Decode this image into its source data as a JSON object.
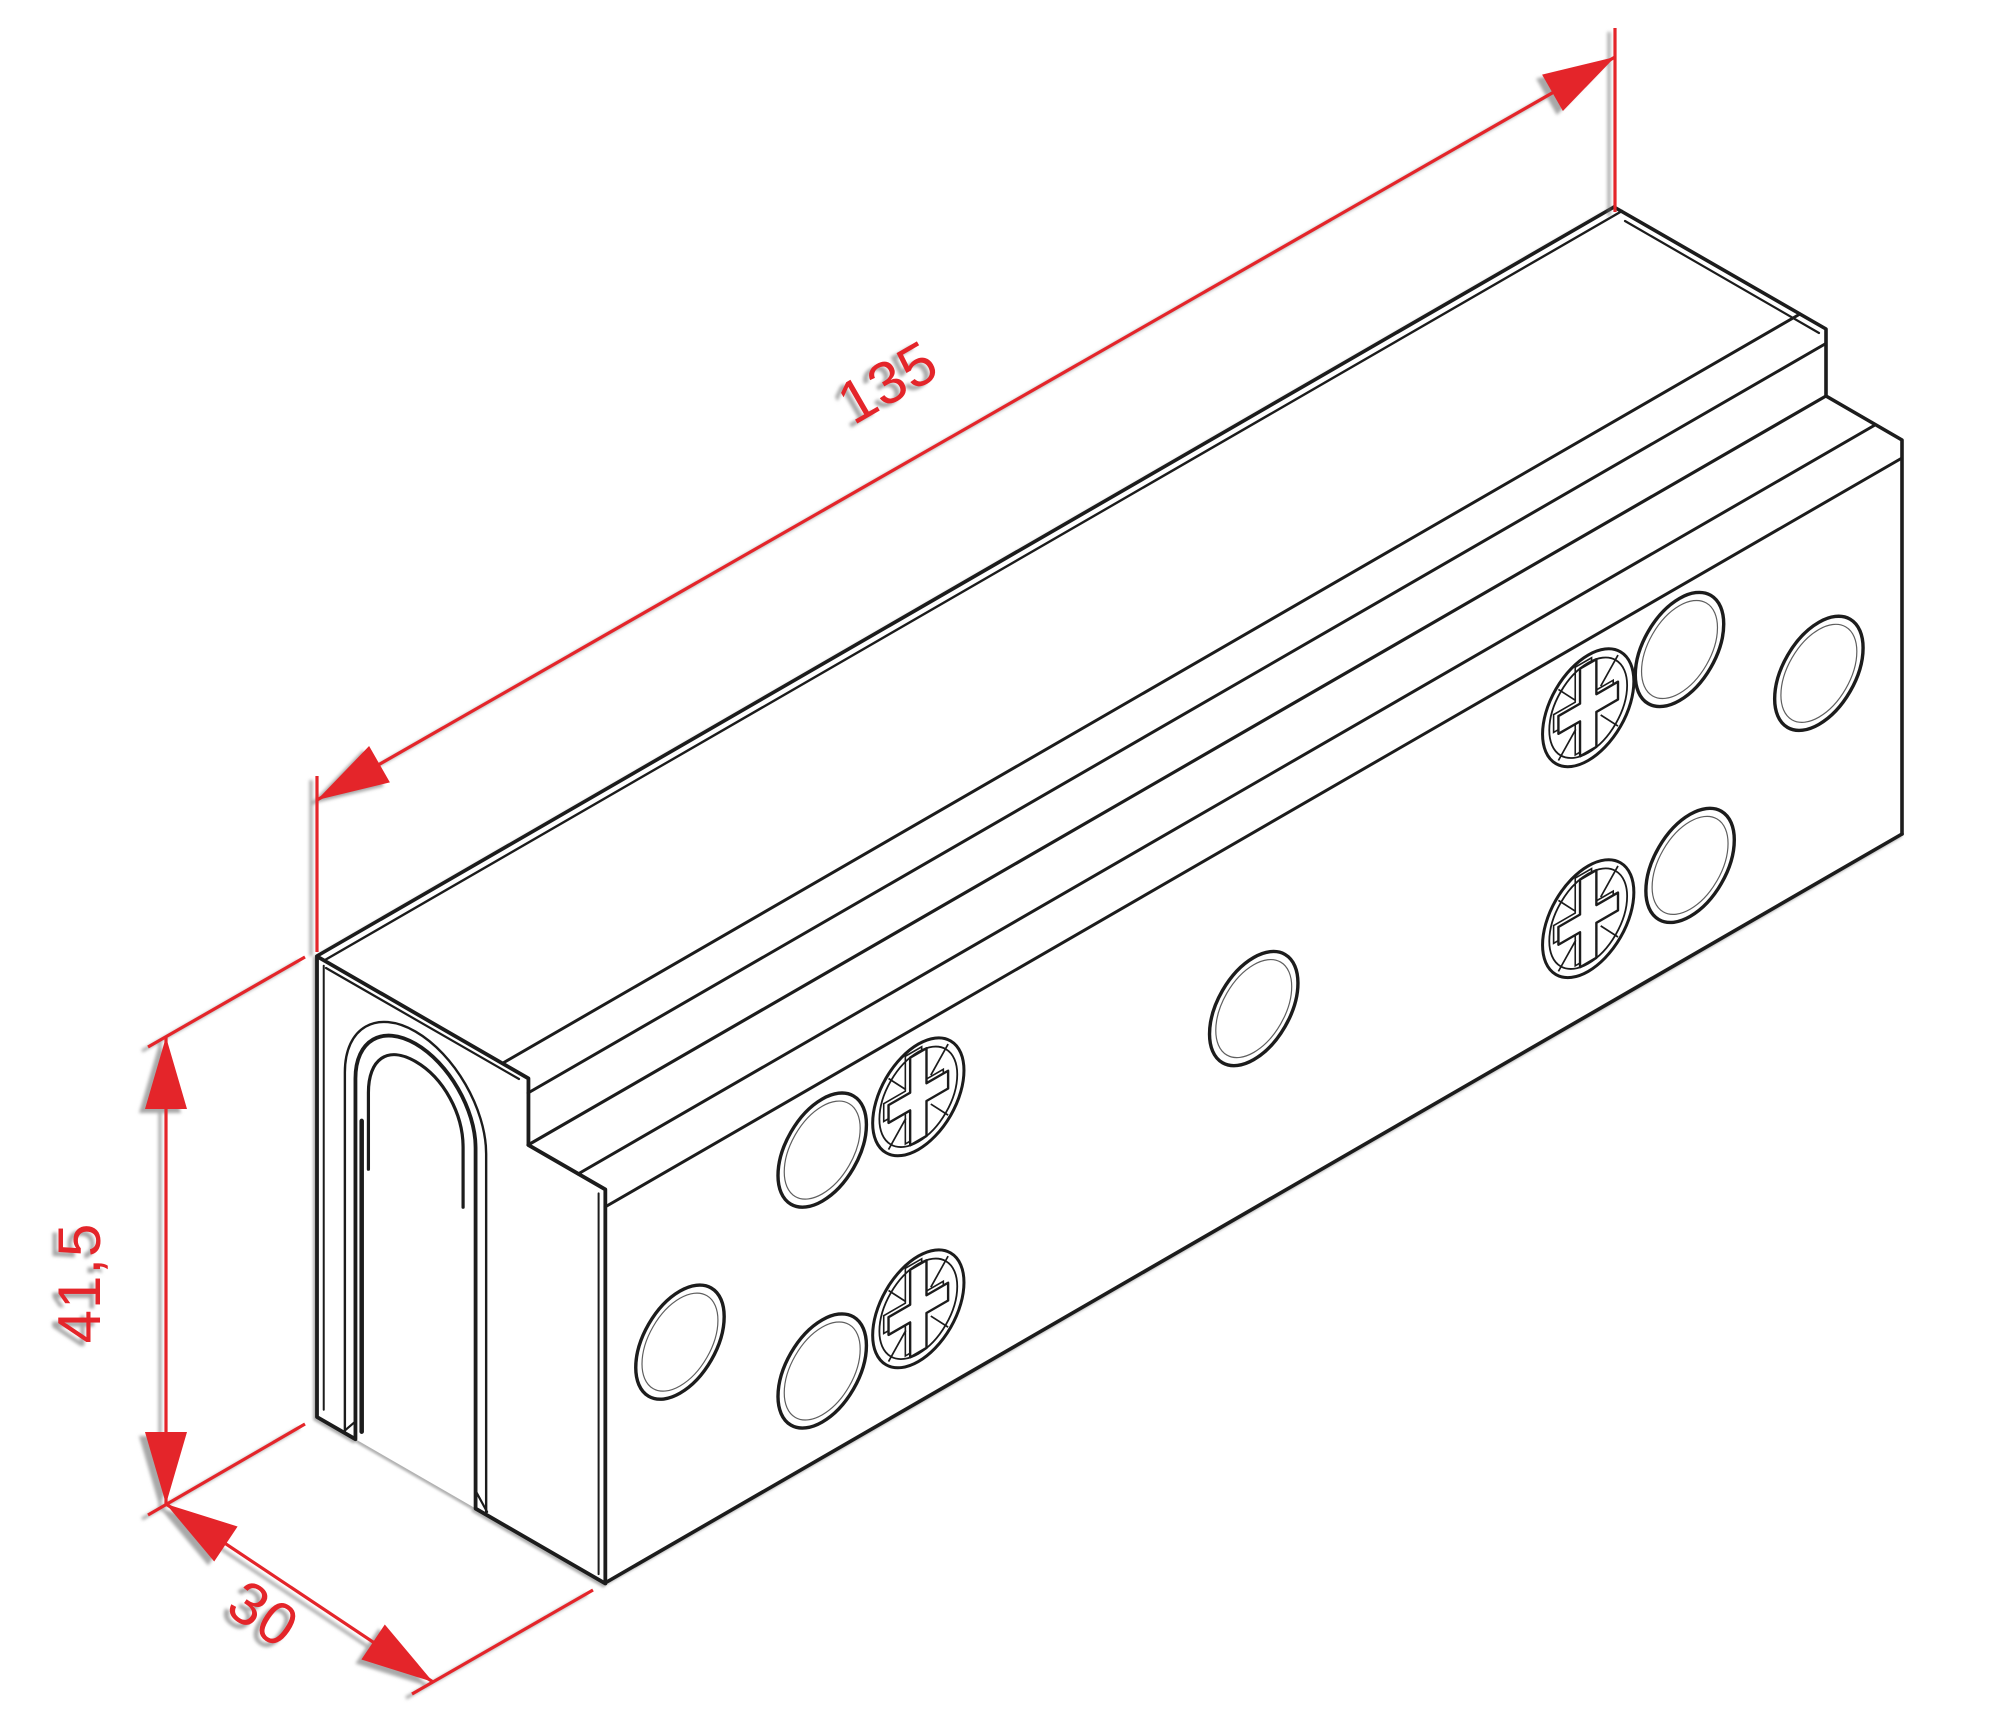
{
  "dimensions": {
    "length": {
      "label": "135"
    },
    "height": {
      "label": "41,5"
    },
    "depth": {
      "label": "30"
    }
  },
  "colors": {
    "dimension_red": "#e4252a",
    "line_black": "#1c1c1c",
    "background": "#ffffff"
  },
  "part": {
    "front_face": {
      "holes": [
        {
          "l": 22.6,
          "h": 27.7
        },
        {
          "l": 7.8,
          "h": 17.8
        },
        {
          "l": 22.6,
          "h": 7.8
        },
        {
          "l": 67.5,
          "h": 18.0
        },
        {
          "l": 111.8,
          "h": 28.2
        },
        {
          "l": 126.3,
          "h": 18.8
        },
        {
          "l": 112.9,
          "h": 8.2
        }
      ],
      "screws": [
        {
          "l": 32.6,
          "h": 27.5
        },
        {
          "l": 32.6,
          "h": 8.4
        },
        {
          "l": 102.3,
          "h": 27.7
        },
        {
          "l": 102.3,
          "h": 8.7
        }
      ]
    }
  }
}
